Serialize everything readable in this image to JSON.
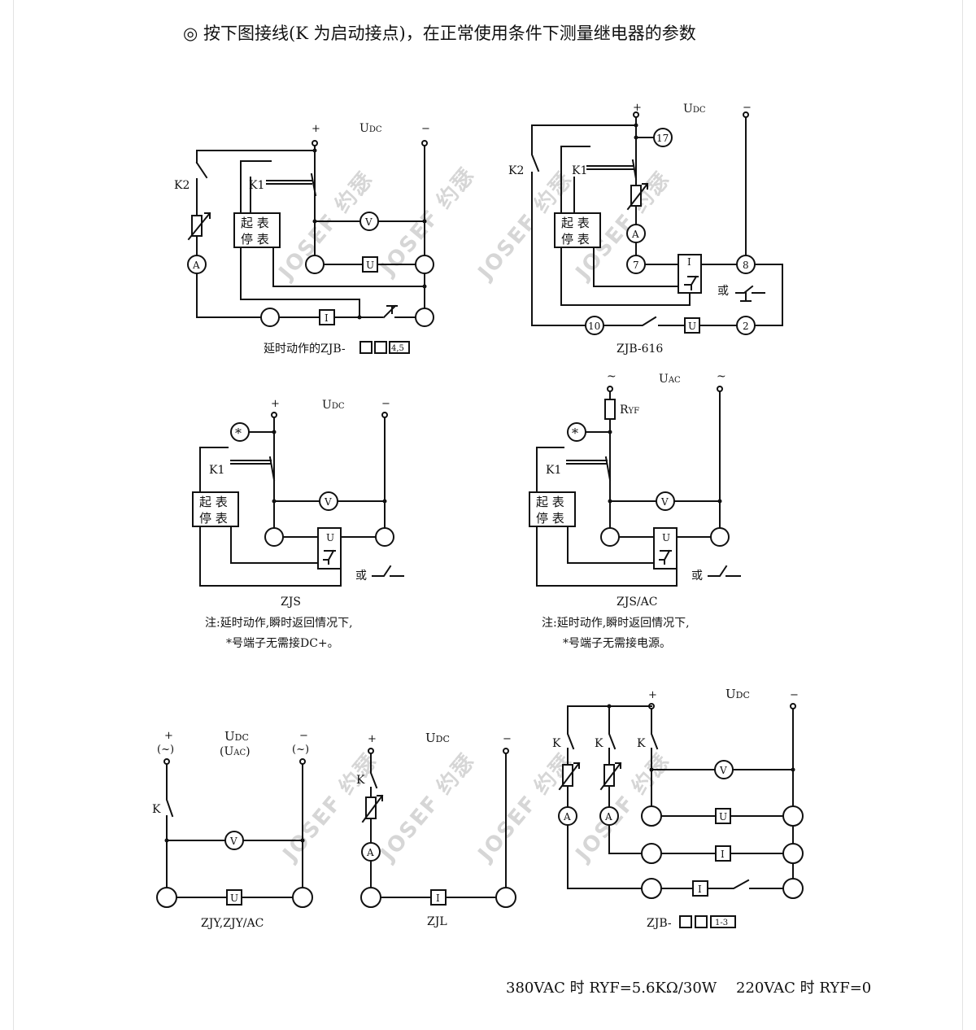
{
  "header": {
    "text": "◎ 按下图接线(K 为启动接点)，在正常使用条件下测量继电器的参数"
  },
  "labels": {
    "plus": "+",
    "minus": "−",
    "tilde": "~",
    "udc_U": "U",
    "udc_sub": "DC",
    "uac_sub": "AC",
    "K": "K",
    "K1": "K1",
    "K2": "K2",
    "A": "A",
    "V": "V",
    "U": "U",
    "I": "I",
    "qi_biao": "起 表",
    "ting_biao": "停 表",
    "or": "或",
    "star": "*",
    "n17": "17",
    "n7": "7",
    "n8": "8",
    "n10": "10",
    "n2": "2",
    "ryf_R": "R",
    "ryf_sub": "YF",
    "paren_plus": "+",
    "paren_tilde": "(~)",
    "paren_uac": "(U",
    "paren_close": ")"
  },
  "diagrams": {
    "d1": {
      "caption": "延时动作的ZJB-",
      "tag": "4,5"
    },
    "d2": {
      "caption": "ZJB-616"
    },
    "d3": {
      "caption": "ZJS",
      "note1": "注:延时动作,瞬时返回情况下,",
      "note2": "*号端子无需接DC+。"
    },
    "d4": {
      "caption": "ZJS/AC",
      "note1": "注:延时动作,瞬时返回情况下,",
      "note2": "*号端子无需接电源。"
    },
    "d5": {
      "caption": "ZJY,ZJY/AC"
    },
    "d6": {
      "caption": "ZJL"
    },
    "d7": {
      "caption": "ZJB-",
      "tag": "1-3"
    }
  },
  "footer": {
    "text": "380VAC 时 RYF=5.6KΩ/30W　 220VAC 时 RYF=0"
  },
  "watermark": {
    "text": "JOSEF 约瑟"
  },
  "colors": {
    "line": "#111111",
    "watermark": "#d6d6d6",
    "background": "#ffffff"
  }
}
